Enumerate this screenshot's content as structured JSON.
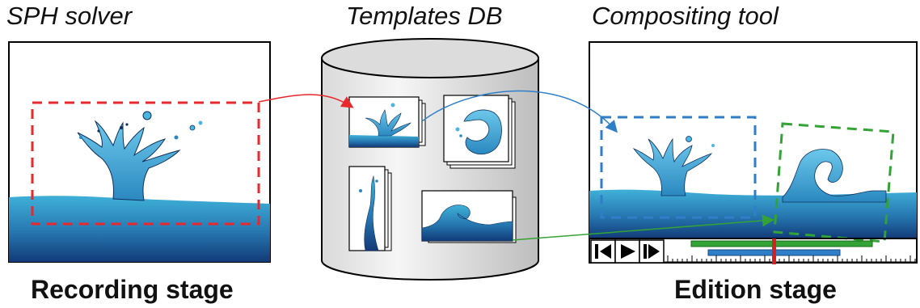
{
  "captions": {
    "left": "SPH solver",
    "center": "Templates DB",
    "right": "Compositing tool"
  },
  "stages": {
    "recording": "Recording stage",
    "edition": "Edition stage"
  },
  "colors": {
    "red": "#e8282d",
    "blue": "#2f7fc8",
    "green": "#33a335",
    "water_top": "#3fb0d8",
    "water_bottom": "#123b78"
  },
  "timeline": {
    "playhead_color": "#d42020",
    "controls": [
      "skip-back-icon",
      "play-icon",
      "step-forward-icon"
    ]
  }
}
